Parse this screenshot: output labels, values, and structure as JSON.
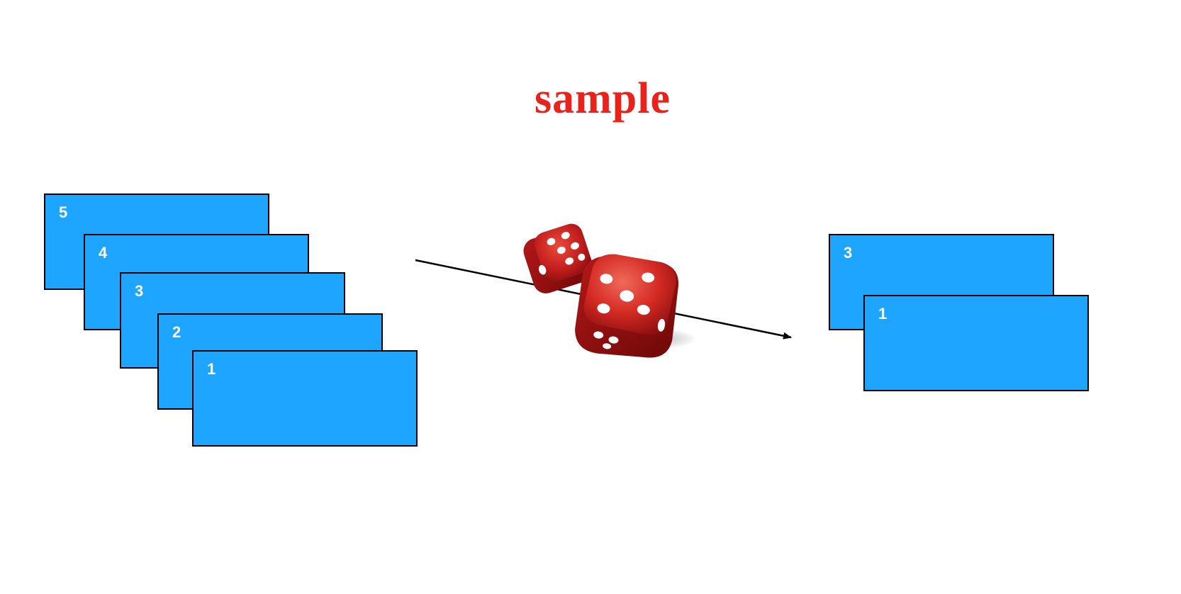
{
  "title": "sample",
  "colors": {
    "title": "#e8231c",
    "card_fill": "#1ea5ff",
    "card_border": "#000000",
    "card_text": "#ffffff",
    "die_red": "#d42020",
    "pip": "#ffffff"
  },
  "source_stack": {
    "cards": [
      {
        "label": "5"
      },
      {
        "label": "4"
      },
      {
        "label": "3"
      },
      {
        "label": "2"
      },
      {
        "label": "1"
      }
    ]
  },
  "sample_stack": {
    "cards": [
      {
        "label": "3"
      },
      {
        "label": "1"
      }
    ]
  },
  "dice_icon": "dice-icon"
}
